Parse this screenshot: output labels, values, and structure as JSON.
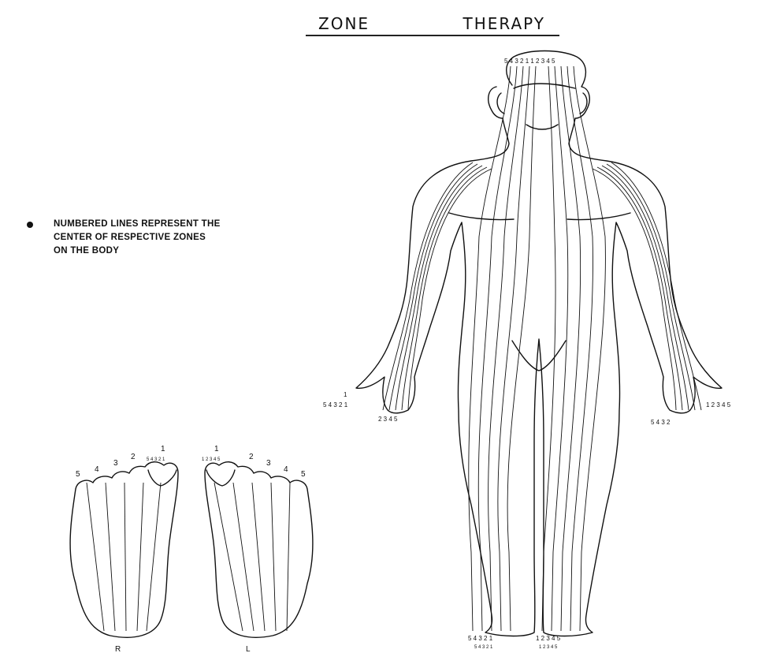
{
  "title": {
    "word1": "ZONE",
    "word2": "THERAPY"
  },
  "note": {
    "line1": "NUMBERED LINES REPRESENT THE",
    "line2": "CENTER OF RESPECTIVE ZONES",
    "line3": "ON THE BODY"
  },
  "labels": {
    "head_zones": "5 4 3 2 1 1 2 3 4 5",
    "right_hand_thumb": "1",
    "right_hand_row": "5 4 3 2 1",
    "right_hand_fingers": "2 3 4 5",
    "left_hand_row": "1 2 3 4 5",
    "left_hand_fingers": "5 4 3 2",
    "right_foot_bottom": "5 4 3 2 1",
    "right_foot_small": "5 4 3 2 1",
    "left_foot_bottom": "1 2 3 4 5",
    "left_foot_small": "1 2 3 4 5",
    "sole_R_digits": [
      "5",
      "4",
      "3",
      "2",
      "1"
    ],
    "sole_R_small": "5 4 3 2 1",
    "sole_L_digits": [
      "1",
      "2",
      "3",
      "4",
      "5"
    ],
    "sole_L_small": "1 2 3 4 5",
    "sole_R_letter": "R",
    "sole_L_letter": "L"
  }
}
